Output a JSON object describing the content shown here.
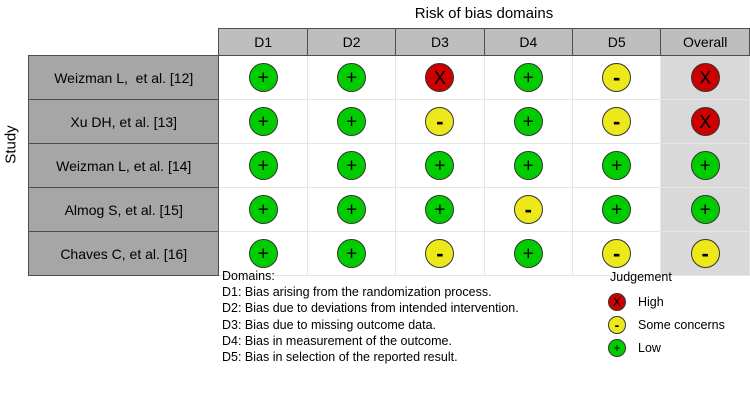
{
  "title": "Risk of bias domains",
  "y_axis_label": "Study",
  "chart_data": {
    "type": "table",
    "title": "Risk of bias domains",
    "xlabel": "",
    "ylabel": "Study",
    "columns": [
      "D1",
      "D2",
      "D3",
      "D4",
      "D5",
      "Overall"
    ],
    "rows": [
      {
        "study": "Weizman L,  et al. [12]",
        "values": [
          "low",
          "low",
          "high",
          "low",
          "some",
          "high"
        ]
      },
      {
        "study": "Xu DH, et al. [13]",
        "values": [
          "low",
          "low",
          "some",
          "low",
          "some",
          "high"
        ]
      },
      {
        "study": "Weizman L, et al. [14]",
        "values": [
          "low",
          "low",
          "low",
          "low",
          "low",
          "low"
        ]
      },
      {
        "study": "Almog S, et al. [15]",
        "values": [
          "low",
          "low",
          "low",
          "some",
          "low",
          "low"
        ]
      },
      {
        "study": "Chaves C, et al. [16]",
        "values": [
          "low",
          "low",
          "some",
          "low",
          "some",
          "some"
        ]
      }
    ],
    "value_glyphs": {
      "low": "+",
      "some": "-",
      "high": "X"
    },
    "value_colors": {
      "low": "#00cc00",
      "some": "#ece81a",
      "high": "#cc0000"
    }
  },
  "domains_key": {
    "heading": "Domains:",
    "lines": [
      "D1: Bias arising from the randomization process.",
      "D2: Bias due to deviations from intended intervention.",
      "D3: Bias due to missing outcome data.",
      "D4: Bias in measurement of the outcome.",
      "D5: Bias in selection of the reported result."
    ]
  },
  "judgement_legend": {
    "title": "Judgement",
    "items": [
      {
        "key": "high",
        "glyph": "X",
        "label": "High"
      },
      {
        "key": "some",
        "glyph": "-",
        "label": "Some concerns"
      },
      {
        "key": "low",
        "glyph": "+",
        "label": "Low"
      }
    ]
  }
}
